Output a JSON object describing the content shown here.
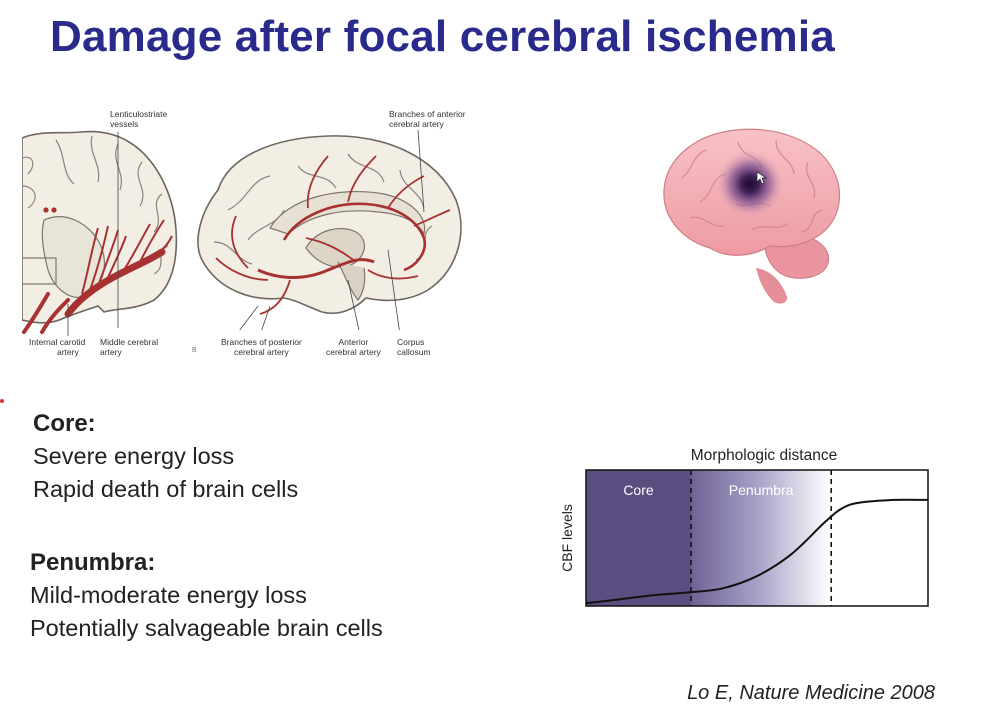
{
  "slide": {
    "title": "Damage after focal cerebral ischemia",
    "citation": "Lo E, Nature Medicine 2008"
  },
  "anatomy": {
    "lenticulostriate_line1": "Lenticulostriate",
    "lenticulostriate_line2": "vessels",
    "internal_carotid_line1": "Internal carotid",
    "internal_carotid_line2": "artery",
    "middle_cerebral_line1": "Middle cerebral",
    "middle_cerebral_line2": "artery",
    "anterior_branches_line1": "Branches of anterior",
    "anterior_branches_line2": "cerebral artery",
    "posterior_branches_line1": "Branches of posterior",
    "posterior_branches_line2": "cerebral artery",
    "anterior_cerebral_line1": "Anterior",
    "anterior_cerebral_line2": "cerebral artery",
    "corpus_line1": "Corpus",
    "corpus_line2": "callosum",
    "panel_letter": "B"
  },
  "core": {
    "heading": "Core:",
    "lines": [
      "Severe energy loss",
      "Rapid death of brain cells"
    ]
  },
  "penumbra": {
    "heading": "Penumbra:",
    "lines": [
      "Mild-moderate energy loss",
      "Potentially salvageable brain cells"
    ]
  },
  "chart_data": {
    "type": "area",
    "title": "Morphologic distance",
    "ylabel": "CBF levels",
    "regions": [
      {
        "name": "Core",
        "x_start": 0.0,
        "x_end": 0.307,
        "color": "#5b4d80"
      },
      {
        "name": "Penumbra",
        "x_start": 0.307,
        "x_end": 0.717,
        "color": "#8a7fb0"
      }
    ],
    "curve": [
      [
        0.0,
        0.02
      ],
      [
        0.1,
        0.05
      ],
      [
        0.2,
        0.08
      ],
      [
        0.3,
        0.1
      ],
      [
        0.4,
        0.13
      ],
      [
        0.5,
        0.22
      ],
      [
        0.6,
        0.38
      ],
      [
        0.7,
        0.62
      ],
      [
        0.75,
        0.72
      ],
      [
        0.8,
        0.76
      ],
      [
        0.9,
        0.78
      ],
      [
        1.0,
        0.78
      ]
    ],
    "xlim": [
      0,
      1
    ],
    "ylim": [
      0,
      1
    ],
    "grid": false
  }
}
